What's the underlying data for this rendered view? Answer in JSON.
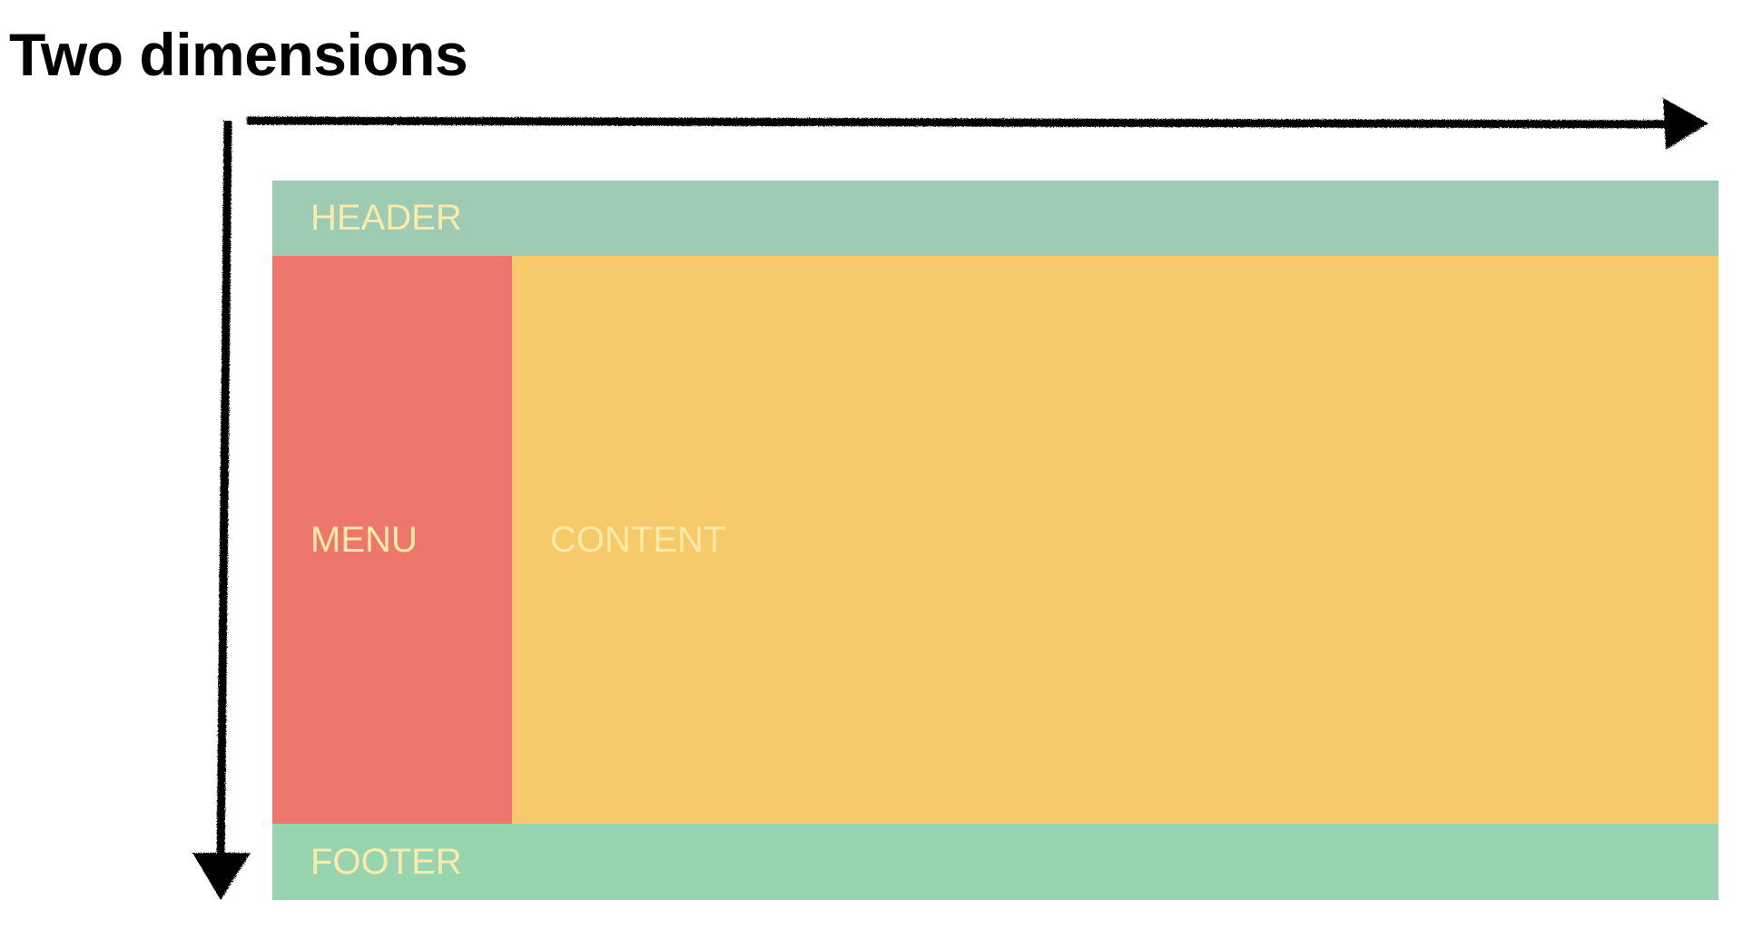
{
  "title": "Two dimensions",
  "areas": {
    "header": {
      "label": "HEADER",
      "color": "#9ecbb4"
    },
    "menu": {
      "label": "MENU",
      "color": "#ed776d"
    },
    "content": {
      "label": "CONTENT",
      "color": "#f6ca6b"
    },
    "footer": {
      "label": "FOOTER",
      "color": "#99d4b0"
    }
  },
  "label_color": "#fbeaa8",
  "arrows": [
    {
      "name": "horizontal-axis-arrow",
      "direction": "right"
    },
    {
      "name": "vertical-axis-arrow",
      "direction": "down"
    }
  ]
}
